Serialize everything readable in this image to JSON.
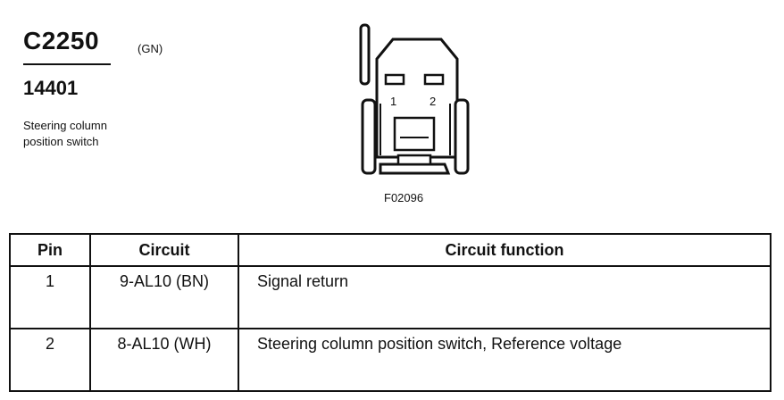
{
  "header": {
    "connector_id": "C2250",
    "color_code": "(GN)",
    "part_number": "14401",
    "component_line1": "Steering column",
    "component_line2": "position switch"
  },
  "figure": {
    "id": "F02096",
    "pin_labels": [
      "1",
      "2"
    ]
  },
  "table": {
    "headers": [
      "Pin",
      "Circuit",
      "Circuit function"
    ],
    "rows": [
      {
        "pin": "1",
        "circuit": "9-AL10 (BN)",
        "function": "Signal return"
      },
      {
        "pin": "2",
        "circuit": "8-AL10 (WH)",
        "function": "Steering column position switch, Reference voltage"
      }
    ]
  }
}
